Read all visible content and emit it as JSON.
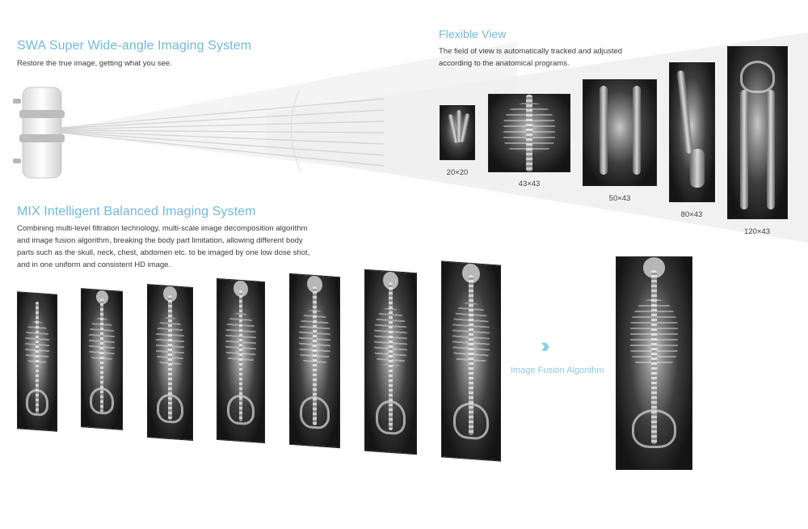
{
  "swa": {
    "title": "SWA Super Wide-angle Imaging System",
    "subtitle": "Restore the true image, getting what you see."
  },
  "flexible": {
    "title": "Flexible View",
    "description": "The field of view is automatically tracked and adjusted according to the anatomical programs.",
    "sizes": [
      "20×20",
      "43×43",
      "50×43",
      "80×43",
      "120×43"
    ]
  },
  "mix": {
    "title": "MIX Intelligent Balanced Imaging System",
    "description": "Combining multi-level filtration technology, multi-scale image decomposition algorithm and image fusion algorithm, breaking the body part limitation, allowing different body parts such as the skull, neck, chest, abdomen etc. to be imaged by one low dose shot, and in one uniform and consistent HD image."
  },
  "fusion": {
    "label": "Image Fusion Algorithm",
    "arrow_icon": "triple-chevron-right-icon",
    "accent": "#8ccbe6"
  },
  "colors": {
    "title_blue": "#72b8d8",
    "beam_gray": "#f0f0f0"
  }
}
